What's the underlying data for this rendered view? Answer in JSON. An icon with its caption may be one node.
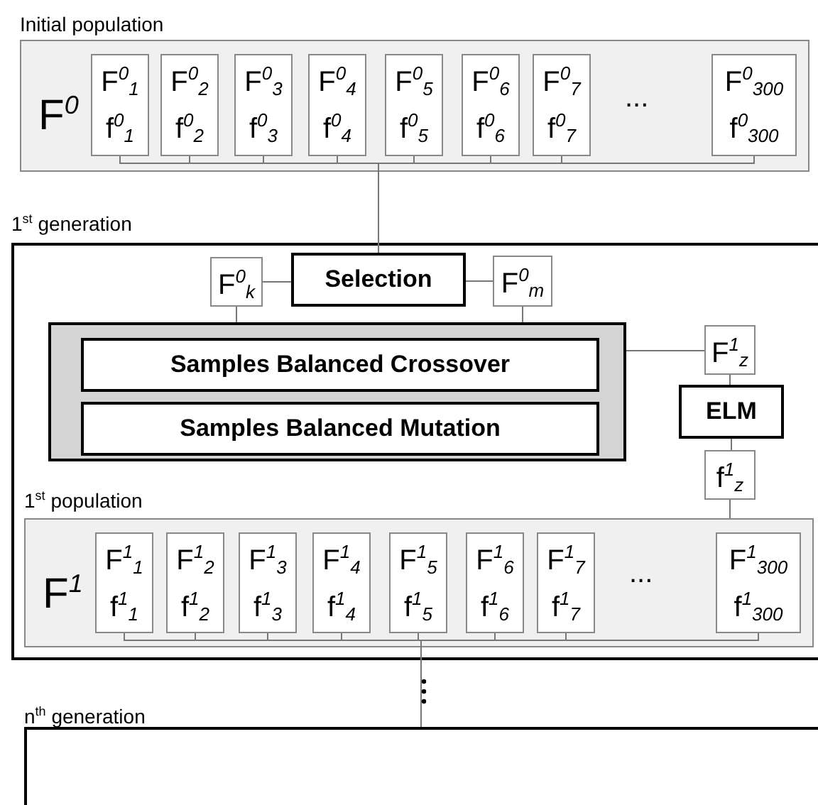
{
  "diagram": {
    "nodes": [
      {
        "text": [
          "Initial population",
          "F$^{0}$"
        ]
      },
      {
        "text": [
          "F$^{0}$$_{1}$",
          "f$^{0}$$_{1}$"
        ],
        "in": 0
      },
      {
        "text": [
          "F$^{0}$$_{2}$",
          "f$^{0}$$_{2}$"
        ],
        "in": 0
      },
      {
        "text": [
          "F$^{0}$$_{3}$",
          "f$^{0}$$_{3}$"
        ],
        "in": 0
      },
      {
        "text": [
          "F$^{0}$$_{4}$",
          "f$^{0}$$_{4}$"
        ],
        "in": 0
      },
      {
        "text": [
          "F$^{0}$$_{5}$",
          "f$^{0}$$_{5}$"
        ],
        "in": 0
      },
      {
        "text": [
          "F$^{0}$$_{6}$",
          "f$^{0}$$_{6}$"
        ],
        "in": 0
      },
      {
        "text": [
          "F$^{0}$$_{7}$",
          "f$^{0}$$_{7}$"
        ],
        "in": 0
      },
      {
        "text": [
          "F$^{0}$$_{300}$",
          "f$^{0}$$_{300}$"
        ],
        "in": 0
      },
      {
        "text": [
          "1$^{st}$ generation"
        ]
      },
      {
        "text": [
          "F$^{0}$$_{k}$"
        ],
        "in": 9
      },
      {
        "text": [
          "Selection"
        ],
        "in": 9
      },
      {
        "text": [
          "F$^{0}$$_{m}$"
        ],
        "in": 9
      },
      {
        "text": [],
        "shape": "box",
        "in": 9
      },
      {
        "text": [
          "Samples Balanced Crossover"
        ],
        "in": 13
      },
      {
        "text": [
          "Samples Balanced Mutation"
        ],
        "in": 13
      },
      {
        "text": [
          "F$^{1}$$_{z}$"
        ],
        "in": 9
      },
      {
        "text": [
          "ELM"
        ],
        "in": 9
      },
      {
        "text": [
          "f$^{1}$$_{z}$"
        ],
        "in": 9
      },
      {
        "text": [
          "1$^{st}$ population",
          "F$^{1}$"
        ],
        "in": 9
      },
      {
        "text": [
          "F$^{1}$$_{1}$",
          "f$^{1}$$_{1}$"
        ],
        "in": 19
      },
      {
        "text": [
          "F$^{1}$$_{2}$",
          "f$^{1}$$_{2}$"
        ],
        "in": 19
      },
      {
        "text": [
          "F$^{1}$$_{3}$",
          "f$^{1}$$_{3}$"
        ],
        "in": 19
      },
      {
        "text": [
          "F$^{1}$$_{4}$",
          "f$^{1}$$_{4}$"
        ],
        "in": 19
      },
      {
        "text": [
          "F$^{1}$$_{5}$",
          "f$^{1}$$_{5}$"
        ],
        "in": 19
      },
      {
        "text": [
          "F$^{1}$$_{6}$",
          "f$^{1}$$_{6}$"
        ],
        "in": 19
      },
      {
        "text": [
          "F$^{1}$$_{7}$",
          "f$^{1}$$_{7}$"
        ],
        "in": 19
      },
      {
        "text": [
          "F$^{1}$$_{300}$",
          "f$^{1}$$_{300}$"
        ],
        "in": 19
      },
      {
        "text": [
          "n$^{th}$ generation"
        ]
      }
    ],
    "edges": [
      {
        "from": 1,
        "to": 11,
        "arrow": "none"
      },
      {
        "from": 2,
        "to": 11,
        "arrow": "none"
      },
      {
        "from": 3,
        "to": 11,
        "arrow": "none"
      },
      {
        "from": 4,
        "to": 11,
        "arrow": "none"
      },
      {
        "from": 5,
        "to": 11,
        "arrow": "none"
      },
      {
        "from": 6,
        "to": 11,
        "arrow": "none"
      },
      {
        "from": 7,
        "to": 11,
        "arrow": "none"
      },
      {
        "from": 8,
        "to": 11,
        "arrow": "none"
      },
      {
        "from": 10,
        "to": 11,
        "arrow": "none"
      },
      {
        "from": 11,
        "to": 12,
        "arrow": "none"
      },
      {
        "from": 10,
        "to": 13,
        "arrow": "none"
      },
      {
        "from": 12,
        "to": 13,
        "arrow": "none"
      },
      {
        "from": 13,
        "to": 16,
        "arrow": "none"
      },
      {
        "from": 16,
        "to": 17,
        "arrow": "none"
      },
      {
        "from": 17,
        "to": 18,
        "arrow": "none"
      },
      {
        "from": 18,
        "to": 19,
        "arrow": "none"
      },
      {
        "from": 20,
        "to": 28,
        "arrow": "none"
      },
      {
        "from": 21,
        "to": 28,
        "arrow": "none"
      },
      {
        "from": 22,
        "to": 28,
        "arrow": "none"
      },
      {
        "from": 23,
        "to": 28,
        "arrow": "none"
      },
      {
        "from": 24,
        "to": 28,
        "arrow": "none"
      },
      {
        "from": 25,
        "to": 28,
        "arrow": "none"
      },
      {
        "from": 26,
        "to": 28,
        "arrow": "none"
      },
      {
        "from": 27,
        "to": 28,
        "arrow": "none"
      }
    ],
    "labels": [
      "...",
      "..."
    ]
  }
}
